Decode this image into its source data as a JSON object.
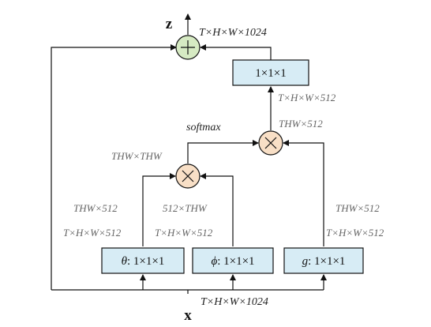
{
  "output_var": "z",
  "input_var": "x",
  "dims": {
    "top": "T×H×W×1024",
    "bottom": "T×H×W×1024",
    "after_conv_out": "T×H×W×512",
    "product2_out": "THW×512",
    "product1_out": "THW×THW",
    "theta_reshaped": "THW×512",
    "theta_in": "T×H×W×512",
    "phi_reshaped": "512×THW",
    "phi_in": "T×H×W×512",
    "g_reshaped": "THW×512",
    "g_in": "T×H×W×512"
  },
  "softmax_label": "softmax",
  "boxes": {
    "out_conv": "1×1×1",
    "theta_prefix": "θ",
    "theta_suffix": ": 1×1×1",
    "phi_prefix": "ϕ",
    "phi_suffix": ": 1×1×1",
    "g_prefix": "g",
    "g_suffix": ": 1×1×1"
  },
  "colors": {
    "box_fill": "#d7ecf5",
    "add_node_fill": "#d6eac3",
    "mult_node_fill": "#f8dfc6",
    "dim_label": "#666666"
  },
  "icons": {
    "add": "plus-circle-icon",
    "multiply": "times-circle-icon"
  }
}
